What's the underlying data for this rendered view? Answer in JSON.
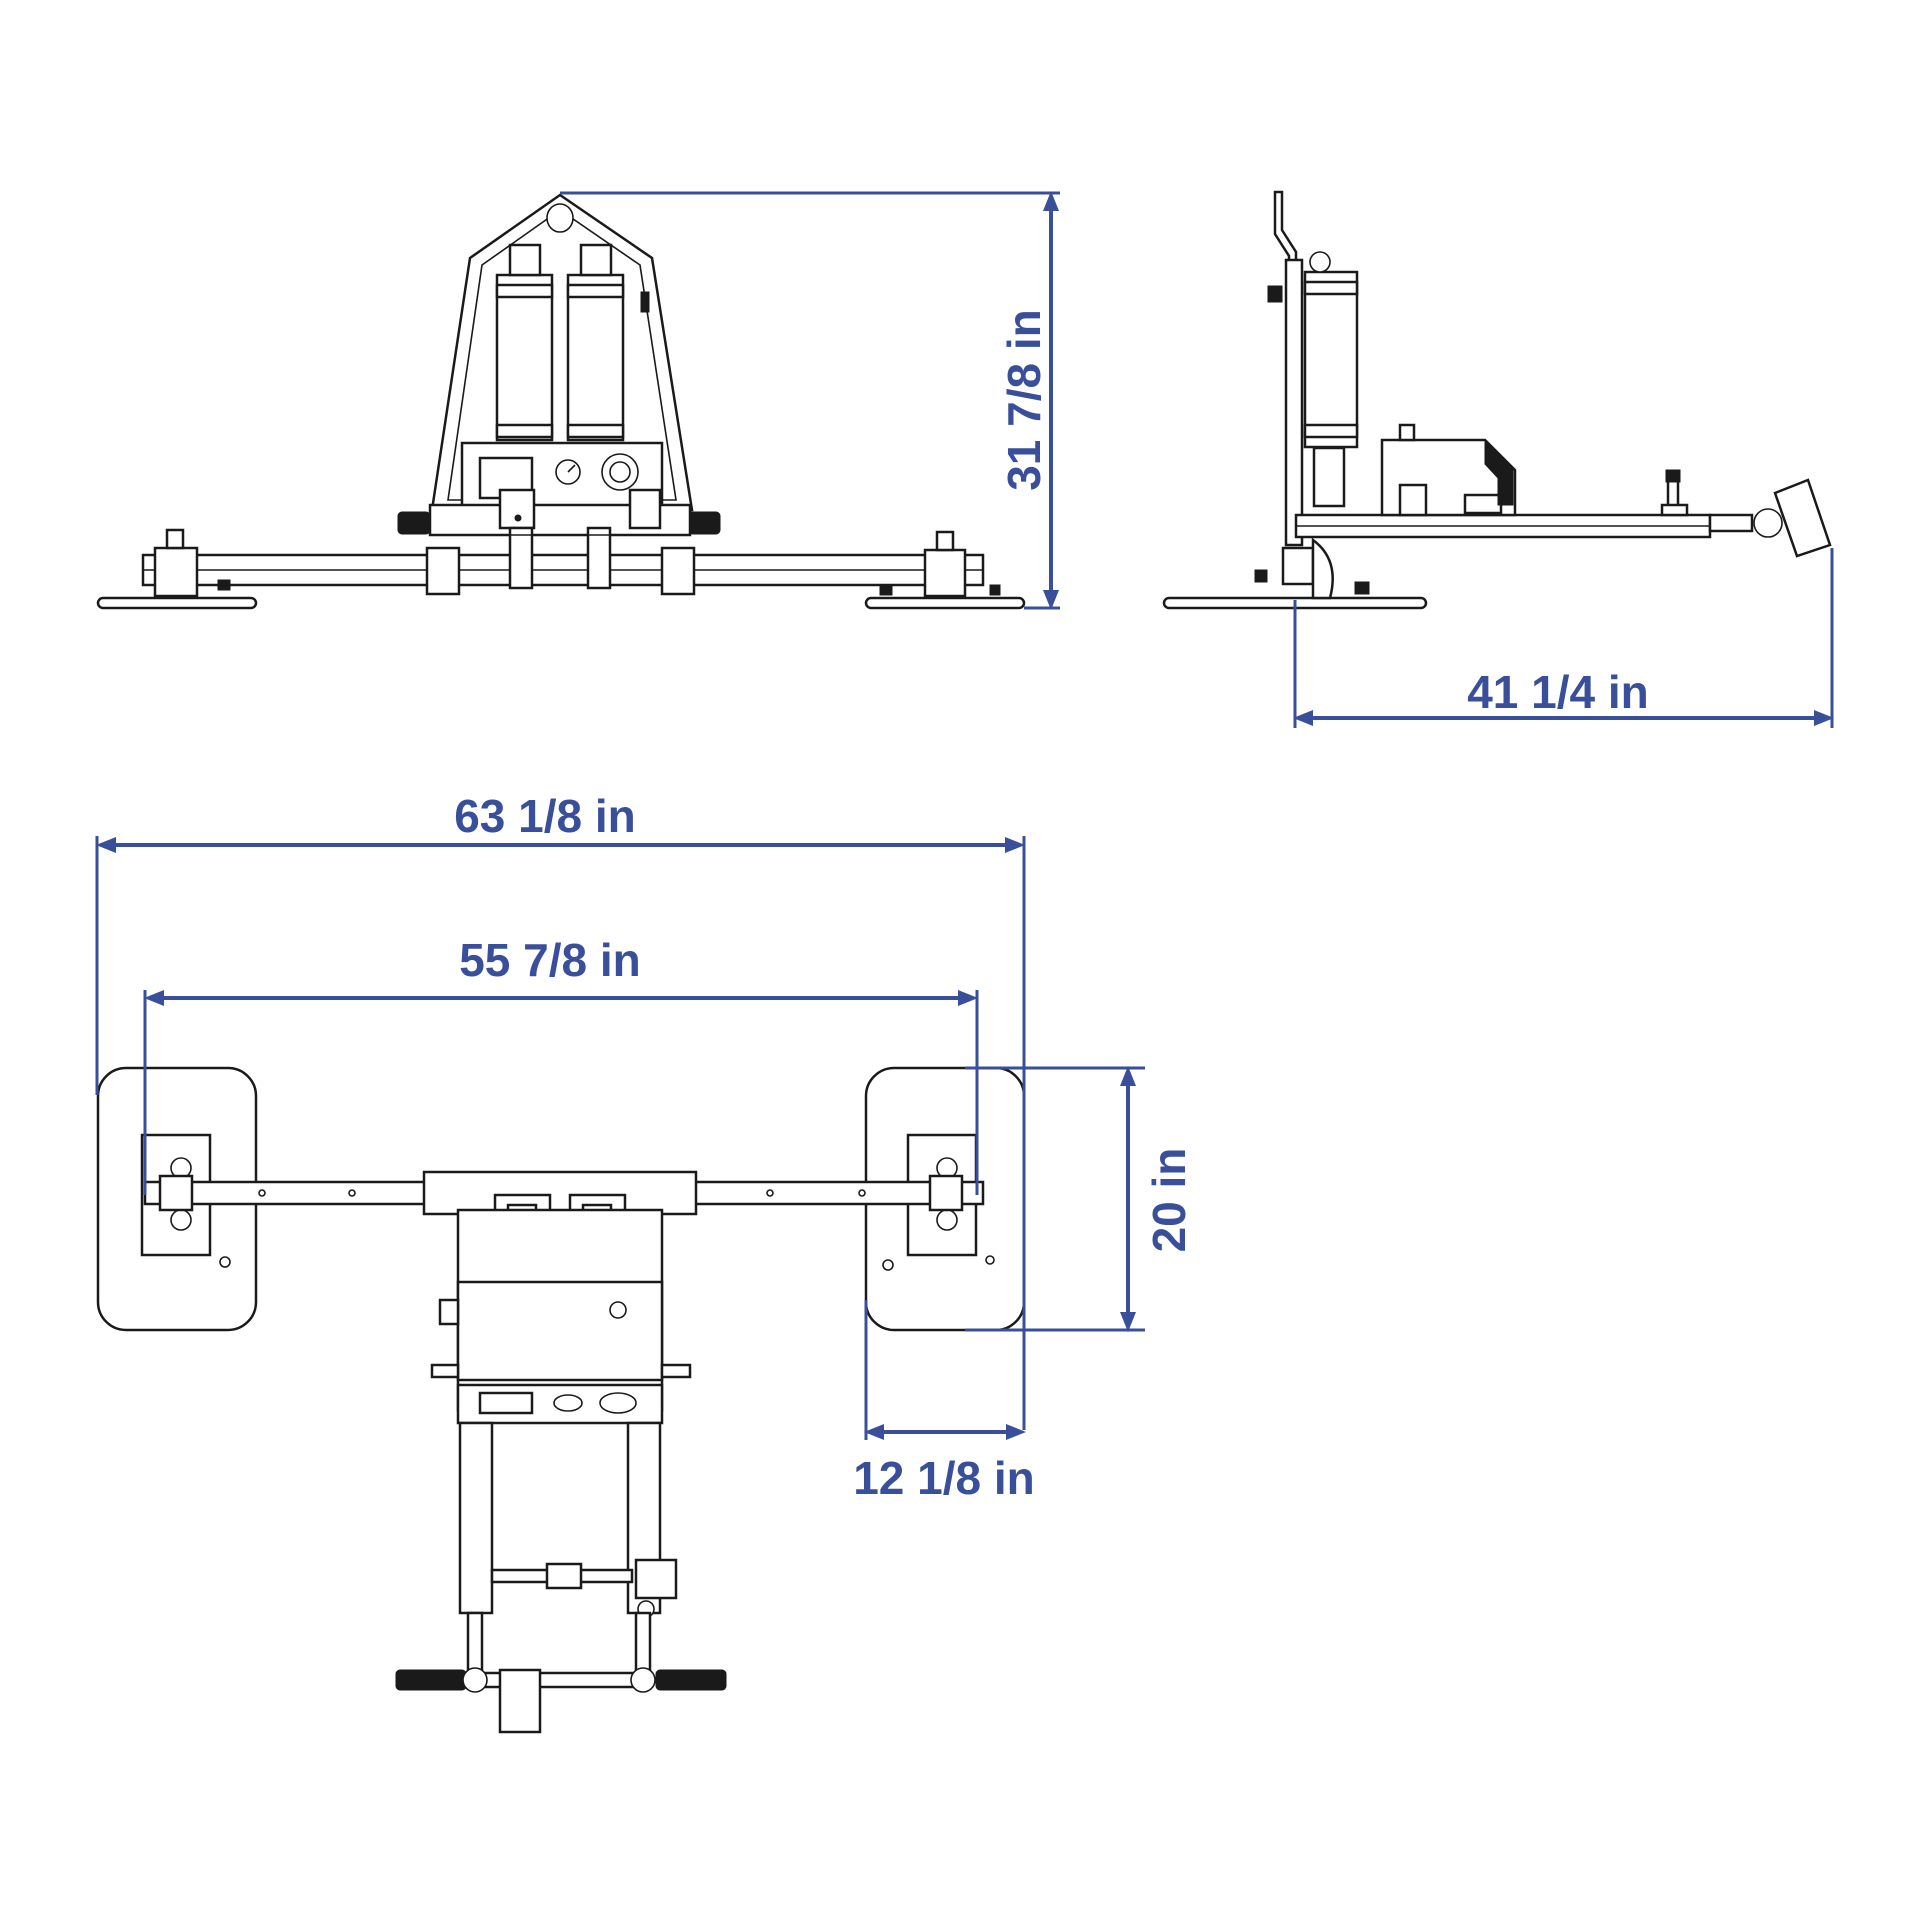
{
  "dimensions": {
    "overall_height": "31 7/8 in",
    "overall_depth": "41 1/4 in",
    "overall_width": "63 1/8 in",
    "pad_center_spacing": "55 7/8 in",
    "pad_length": "20 in",
    "pad_width": "12 1/8 in"
  },
  "colors": {
    "dimension": "#3a4f9a",
    "linework": "#1a1a1a",
    "background": "#ffffff"
  }
}
